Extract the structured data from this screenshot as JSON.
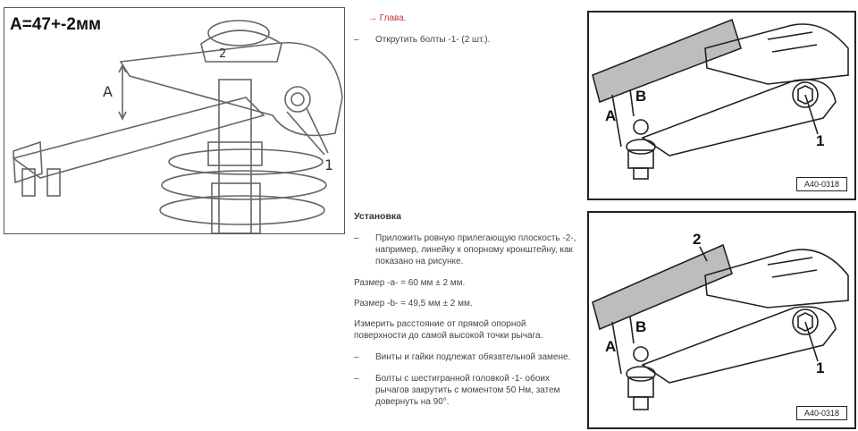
{
  "left_figure": {
    "caption": "A=47+-2мм",
    "label_a": "A",
    "label_bolt": "1",
    "label_arrow": "2"
  },
  "text": {
    "link": "→ Глава.",
    "item_bolts": "Открутить болты -1- (2 шт.).",
    "heading_install": "Установка",
    "item_ruler": "Приложить ровную прилегающую плоскость -2-, например, линейку к опорному кронштейну, как показано на рисунке.",
    "size_a": "Размер -а- = 60 мм ± 2 мм.",
    "size_b": "Размер -b- = 49,5 мм ± 2 мм.",
    "measure": "Измерить расстояние от прямой опорной поверхности до самой высокой точки рычага.",
    "item_replace": "Винты и гайки подлежат обязательной замене.",
    "item_torque": "Болты с шестигранной головкой -1- обоих рычагов закрутить с моментом 50 Нм, затем довернуть на 90°.",
    "dash": "–"
  },
  "right_top": {
    "label_a": "A",
    "label_b": "B",
    "label_1": "1",
    "code": "A40-0318"
  },
  "right_bottom": {
    "label_a": "A",
    "label_b": "B",
    "label_1": "1",
    "label_2": "2",
    "code": "A40-0318"
  },
  "colors": {
    "link": "#c8352c",
    "text": "#444444",
    "line": "#222222"
  }
}
